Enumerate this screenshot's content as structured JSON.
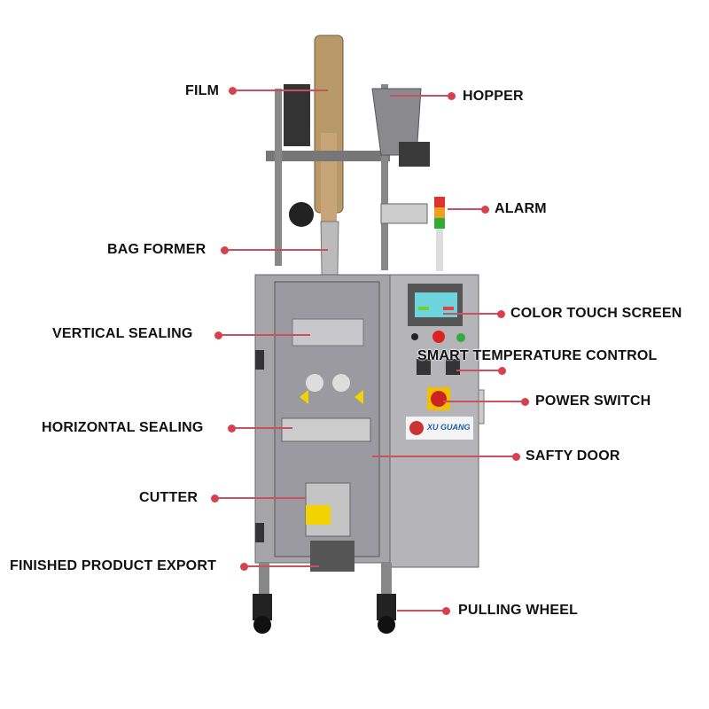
{
  "labels": {
    "film": "FILM",
    "hopper": "HOPPER",
    "alarm": "ALARM",
    "bag_former": "BAG FORMER",
    "color_touch_screen": "COLOR TOUCH SCREEN",
    "vertical_sealing": "VERTICAL SEALING",
    "smart_temperature_control": "SMART TEMPERATURE CONTROL",
    "power_switch": "POWER SWITCH",
    "horizontal_sealing": "HORIZONTAL SEALING",
    "safty_door": "SAFTY DOOR",
    "cutter": "CUTTER",
    "finished_product_export": "FINISHED PRODUCT EXPORT",
    "pulling_wheel": "PULLING WHEEL"
  },
  "machine": {
    "logo_text": "XU GUANG"
  },
  "colors": {
    "callout": "#d7404f",
    "text": "#111111",
    "steel": "#a9a9ad"
  }
}
